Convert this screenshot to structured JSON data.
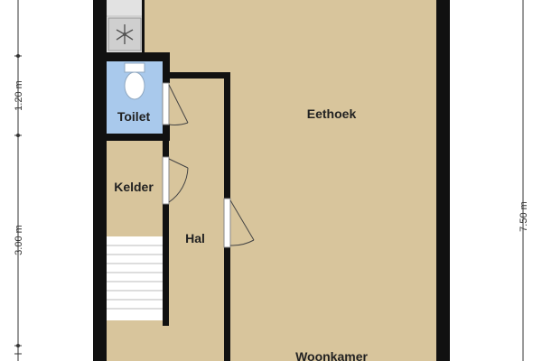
{
  "rooms": {
    "toilet": "Toilet",
    "eethoek": "Eethoek",
    "kelder": "Kelder",
    "hal": "Hal",
    "woonkamer": "Woonkamer"
  },
  "dimensions": {
    "left_top": "1.20 m",
    "left_mid": "3.00 m",
    "right": "7.50 m"
  },
  "icons": {
    "fan": "ventilation-fan-icon",
    "toilet": "toilet-bowl-icon",
    "door": "door-swing-icon",
    "stairs": "staircase-icon"
  },
  "colors": {
    "floor": "#D8C59C",
    "toilet_floor": "#A9C9EC",
    "wall": "#111111",
    "stairs": "#FFFFFF",
    "dimension_line": "#333333"
  }
}
